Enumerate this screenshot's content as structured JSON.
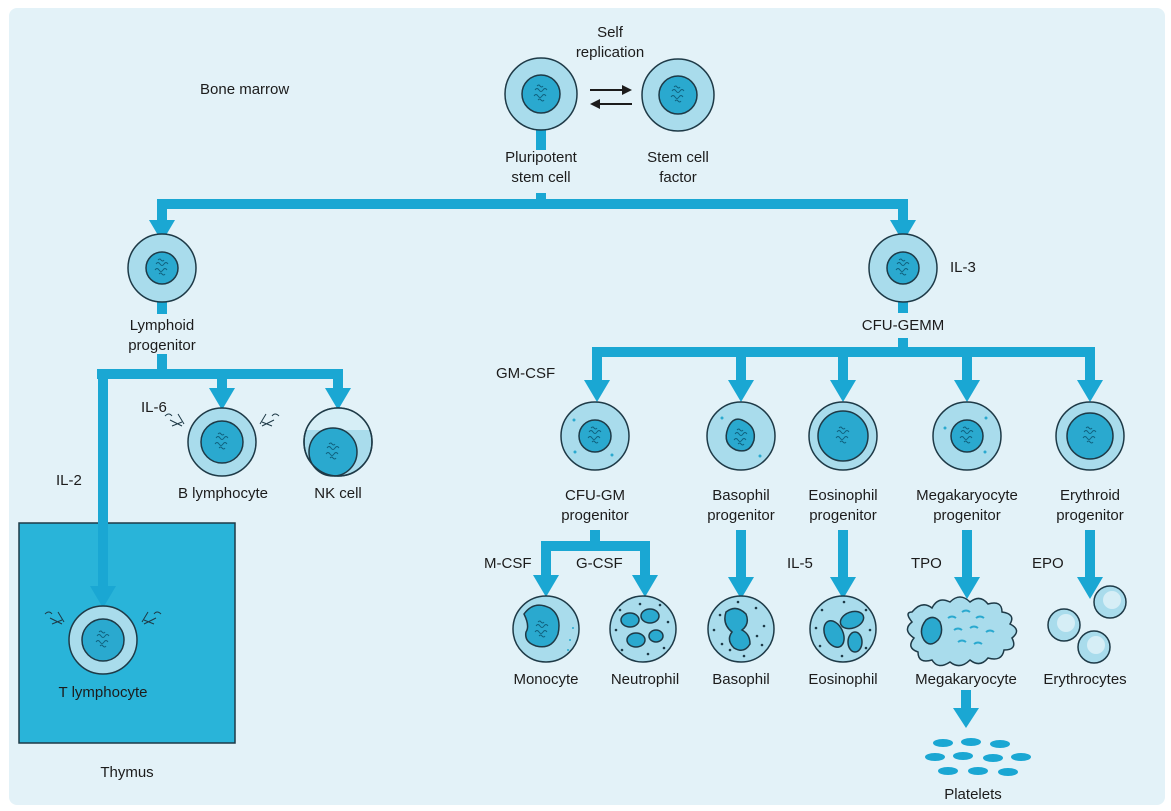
{
  "regions": {
    "bone_marrow": "Bone marrow",
    "thymus": "Thymus"
  },
  "labels": {
    "self_replication_1": "Self",
    "self_replication_2": "replication",
    "pluripotent_1": "Pluripotent",
    "pluripotent_2": "stem cell",
    "stem_factor_1": "Stem cell",
    "stem_factor_2": "factor",
    "lymphoid_1": "Lymphoid",
    "lymphoid_2": "progenitor",
    "il3": "IL-3",
    "cfu_gemm": "CFU-GEMM",
    "gm_csf": "GM-CSF",
    "il6": "IL-6",
    "il2": "IL-2",
    "b_lymphocyte": "B lymphocyte",
    "nk_cell": "NK cell",
    "t_lymphocyte": "T lymphocyte",
    "cfu_gm_1": "CFU-GM",
    "cfu_gm_2": "progenitor",
    "basophil_prog_1": "Basophil",
    "basophil_prog_2": "progenitor",
    "eosinophil_prog_1": "Eosinophil",
    "eosinophil_prog_2": "progenitor",
    "megakaryocyte_prog_1": "Megakaryocyte",
    "megakaryocyte_prog_2": "progenitor",
    "erythroid_prog_1": "Erythroid",
    "erythroid_prog_2": "progenitor",
    "m_csf": "M-CSF",
    "g_csf": "G-CSF",
    "il5": "IL-5",
    "tpo": "TPO",
    "epo": "EPO",
    "monocyte": "Monocyte",
    "neutrophil": "Neutrophil",
    "basophil": "Basophil",
    "eosinophil": "Eosinophil",
    "megakaryocyte": "Megakaryocyte",
    "erythrocytes": "Erythrocytes",
    "platelets": "Platelets"
  },
  "colors": {
    "background": "#e3f2f8",
    "flow": "#1aa7d3",
    "cell_outer": "#a9dcec",
    "cell_nucleus": "#2aa9cf",
    "outline": "#1e3a47",
    "thymus": "#29b4d9"
  }
}
